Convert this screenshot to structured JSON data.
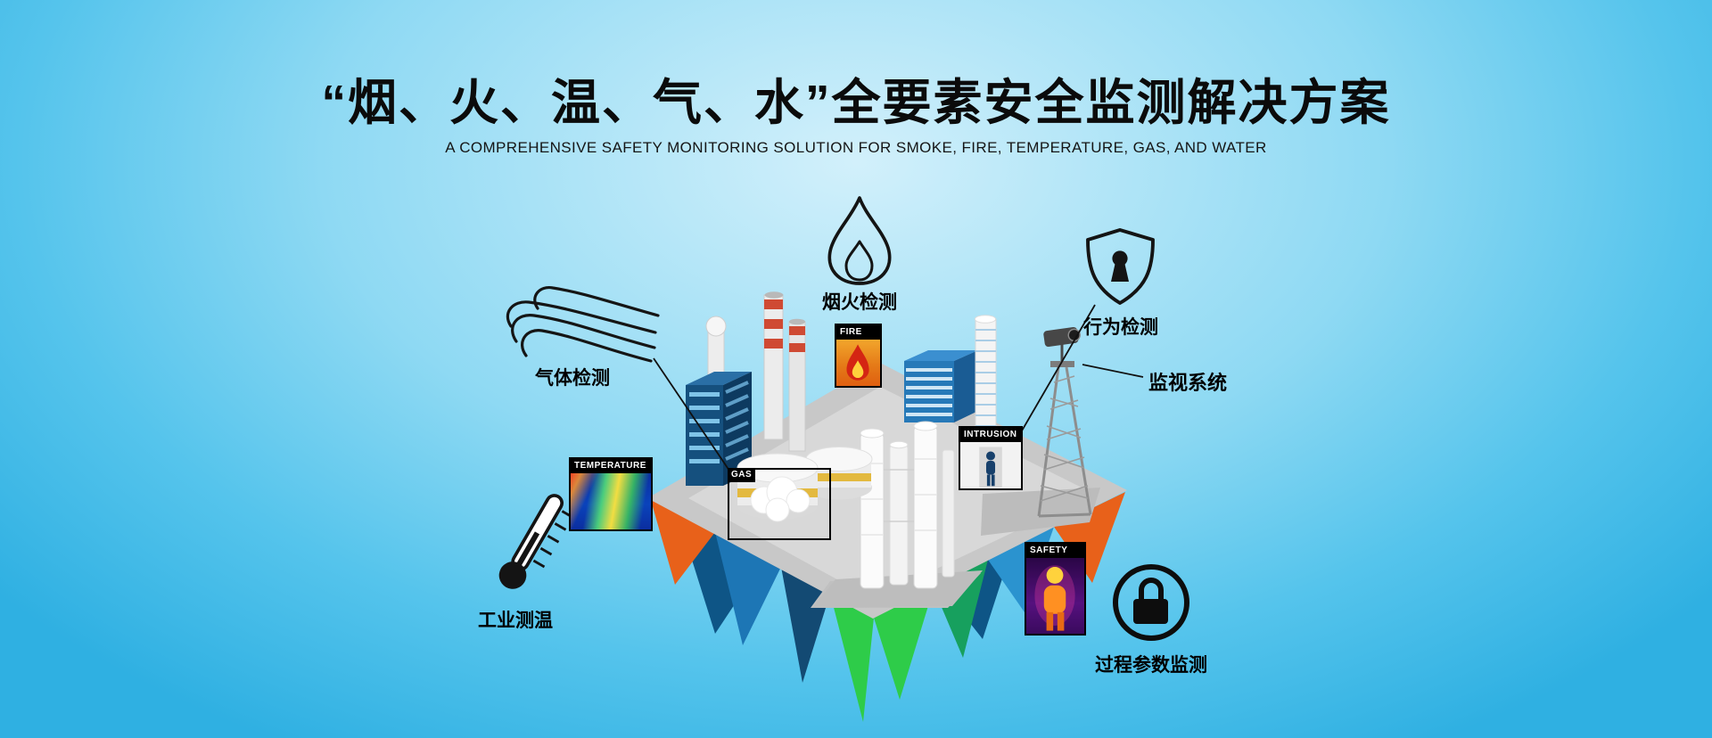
{
  "banner": {
    "title": "“烟、火、温、气、水”全要素安全监测解决方案",
    "subtitle": "A COMPREHENSIVE SAFETY MONITORING SOLUTION FOR SMOKE, FIRE, TEMPERATURE, GAS, AND WATER"
  },
  "callouts": {
    "smoke_fire": {
      "label": "烟火检测"
    },
    "behavior": {
      "label": "行为检测"
    },
    "surveillance": {
      "label": "监视系统"
    },
    "gas": {
      "label": "气体检测"
    },
    "temperature": {
      "label": "工业测温"
    },
    "process": {
      "label": "过程参数监测"
    }
  },
  "scene_tags": {
    "temperature": "TEMPERATURE",
    "fire": "FIRE",
    "gas": "GAS",
    "intrusion": "INTRUSION",
    "safety": "SAFETY"
  },
  "colors": {
    "bg_center": "#d2f0fb",
    "bg_mid": "#8ed9f3",
    "bg_edge": "#2fb0e2",
    "text_primary": "#0b0b0b",
    "accent_red": "#cf4a33",
    "facet_orange": "#e8611a",
    "facet_blue": "#1d76b5",
    "facet_sky": "#2b93cf",
    "facet_navy": "#134a73",
    "facet_green": "#2ecc49",
    "facet_green2": "#17a05e",
    "tank_band": "#e3b93f"
  }
}
